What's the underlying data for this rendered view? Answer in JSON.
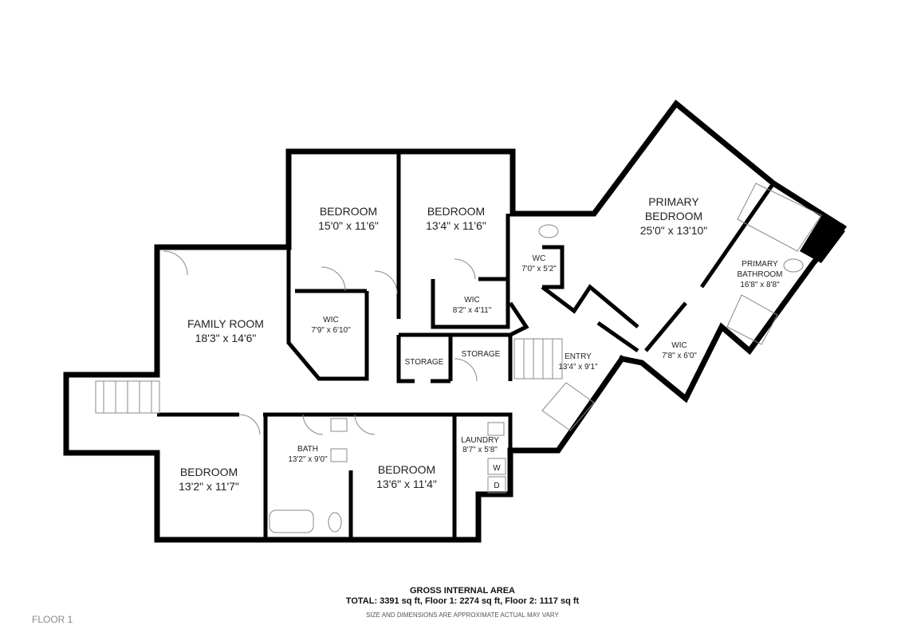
{
  "rooms": {
    "family_room": {
      "name": "FAMILY ROOM",
      "dims": "18'3\" x 14'6\""
    },
    "bedroom_1": {
      "name": "BEDROOM",
      "dims": "15'0\" x 11'6\""
    },
    "bedroom_2": {
      "name": "BEDROOM",
      "dims": "13'4\" x 11'6\""
    },
    "primary_bedroom": {
      "name1": "PRIMARY",
      "name2": "BEDROOM",
      "dims": "25'0\" x 13'10\""
    },
    "primary_bathroom": {
      "name1": "PRIMARY",
      "name2": "BATHROOM",
      "dims": "16'8\" x 8'8\""
    },
    "wic_1": {
      "name": "WIC",
      "dims": "7'9\" x 6'10\""
    },
    "wic_2": {
      "name": "WIC",
      "dims": "8'2\" x 4'11\""
    },
    "wic_3": {
      "name": "WIC",
      "dims": "7'8\" x 6'0\""
    },
    "wc": {
      "name": "WC",
      "dims": "7'0\" x 5'2\""
    },
    "storage_1": {
      "name": "STORAGE"
    },
    "storage_2": {
      "name": "STORAGE"
    },
    "entry": {
      "name": "ENTRY",
      "dims": "13'4\" x 9'1\""
    },
    "bedroom_3": {
      "name": "BEDROOM",
      "dims": "13'2\" x 11'7\""
    },
    "bath": {
      "name": "BATH",
      "dims": "13'2\" x 9'0\""
    },
    "bedroom_4": {
      "name": "BEDROOM",
      "dims": "13'6\" x 11'4\""
    },
    "laundry": {
      "name": "LAUNDRY",
      "dims": "8'7\" x 5'8\"",
      "washer": "W",
      "dryer": "D"
    }
  },
  "footer": {
    "heading": "GROSS INTERNAL AREA",
    "totals": "TOTAL: 3391 sq ft, Floor 1: 2274 sq ft, Floor 2: 1117 sq ft",
    "disclaimer": "SIZE AND DIMENSIONS ARE APPROXIMATE ACTUAL MAY VARY",
    "floor_label": "FLOOR 1"
  }
}
